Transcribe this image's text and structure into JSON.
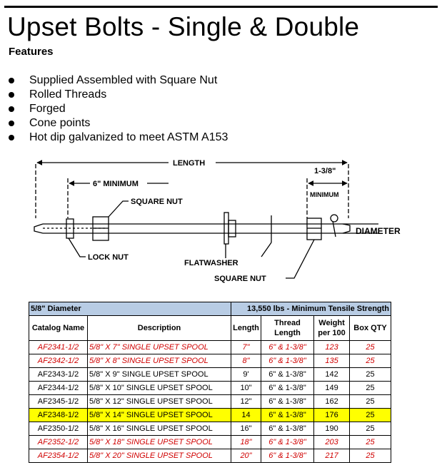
{
  "title": "Upset Bolts - Single & Double",
  "features": {
    "heading": "Features",
    "items": [
      "Supplied Assembled with Square Nut",
      "Rolled Threads",
      "Forged",
      "Cone points",
      "Hot dip galvanized to meet ASTM A153"
    ]
  },
  "diagram": {
    "length": "LENGTH",
    "six_minimum": "6\" MINIMUM",
    "square_nut_top": "SQUARE NUT",
    "one_three_eighths": "1-3/8\"",
    "minimum": "MINIMUM",
    "diameter": "DIAMETER",
    "lock_nut": "LOCK NUT",
    "flatwasher": "FLATWASHER",
    "square_nut_bottom": "SQUARE NUT"
  },
  "table": {
    "diameter_label": "5/8\" Diameter",
    "strength_label": "13,550 lbs - Minimum Tensile Strength",
    "headers": [
      "Catalog Name",
      "Description",
      "Length",
      "Thread Length",
      "Weight per 100",
      "Box QTY"
    ],
    "rows": [
      {
        "catalog": "AF2341-1/2",
        "description": "5/8\" X 7\" SINGLE UPSET SPOOL",
        "length": "7\"",
        "thread": "6\" & 1-3/8\"",
        "weight": "123",
        "qty": "25",
        "style": "red"
      },
      {
        "catalog": "AF2342-1/2",
        "description": "5/8\" X 8\" SINGLE UPSET SPOOL",
        "length": "8\"",
        "thread": "6\" & 1-3/8\"",
        "weight": "135",
        "qty": "25",
        "style": "red"
      },
      {
        "catalog": "AF2343-1/2",
        "description": "5/8\" X 9\" SINGLE UPSET SPOOL",
        "length": "9'",
        "thread": "6\" & 1-3/8\"",
        "weight": "142",
        "qty": "25",
        "style": "normal"
      },
      {
        "catalog": "AF2344-1/2",
        "description": "5/8\" X 10\" SINGLE UPSET SPOOL",
        "length": "10\"",
        "thread": "6\" & 1-3/8\"",
        "weight": "149",
        "qty": "25",
        "style": "normal"
      },
      {
        "catalog": "AF2345-1/2",
        "description": "5/8\" X 12\" SINGLE UPSET SPOOL",
        "length": "12\"",
        "thread": "6\" & 1-3/8\"",
        "weight": "162",
        "qty": "25",
        "style": "normal"
      },
      {
        "catalog": "AF2348-1/2",
        "description": "5/8\" X 14\" SINGLE UPSET SPOOL",
        "length": "14",
        "thread": "6\" & 1-3/8\"",
        "weight": "176",
        "qty": "25",
        "style": "highlight"
      },
      {
        "catalog": "AF2350-1/2",
        "description": "5/8\" X 16\" SINGLE UPSET SPOOL",
        "length": "16\"",
        "thread": "6\" & 1-3/8\"",
        "weight": "190",
        "qty": "25",
        "style": "normal"
      },
      {
        "catalog": "AF2352-1/2",
        "description": "5/8\" X 18\" SINGLE UPSET SPOOL",
        "length": "18\"",
        "thread": "6\" & 1-3/8\"",
        "weight": "203",
        "qty": "25",
        "style": "red"
      },
      {
        "catalog": "AF2354-1/2",
        "description": "5/8\" X 20\" SINGLE UPSET SPOOL",
        "length": "20\"",
        "thread": "6\" & 1-3/8\"",
        "weight": "217",
        "qty": "25",
        "style": "red"
      }
    ]
  }
}
